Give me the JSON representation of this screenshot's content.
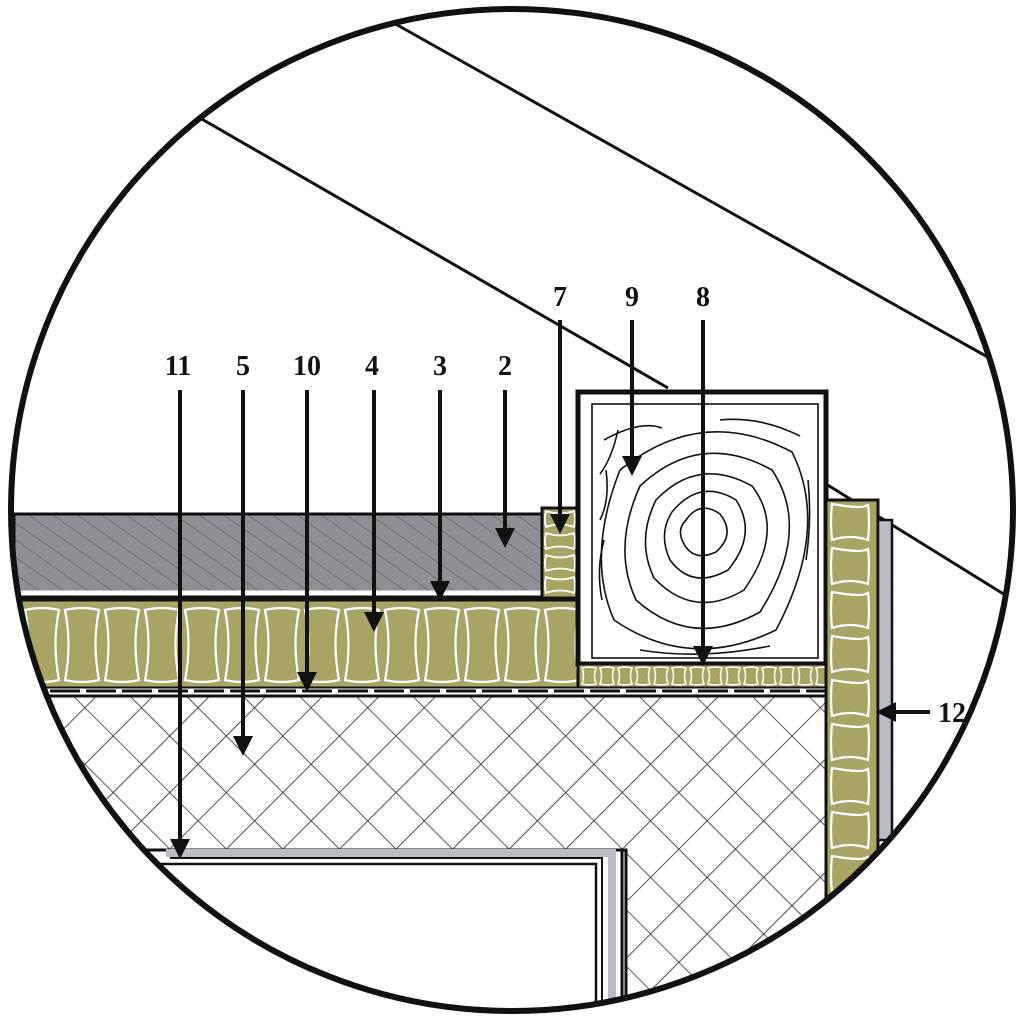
{
  "diagram": {
    "callouts": [
      {
        "id": "11",
        "label": "11"
      },
      {
        "id": "5",
        "label": "5"
      },
      {
        "id": "10",
        "label": "10"
      },
      {
        "id": "4",
        "label": "4"
      },
      {
        "id": "3",
        "label": "3"
      },
      {
        "id": "2",
        "label": "2"
      },
      {
        "id": "7",
        "label": "7"
      },
      {
        "id": "9",
        "label": "9"
      },
      {
        "id": "8",
        "label": "8"
      },
      {
        "id": "12",
        "label": "12"
      }
    ],
    "colors": {
      "outline": "#111111",
      "insulation": "#a8a465",
      "screed": "#8e9096",
      "lattice": "#222222",
      "timber": "#ffffff",
      "frame_metal": "#b8bcc4",
      "background": "#ffffff"
    }
  }
}
